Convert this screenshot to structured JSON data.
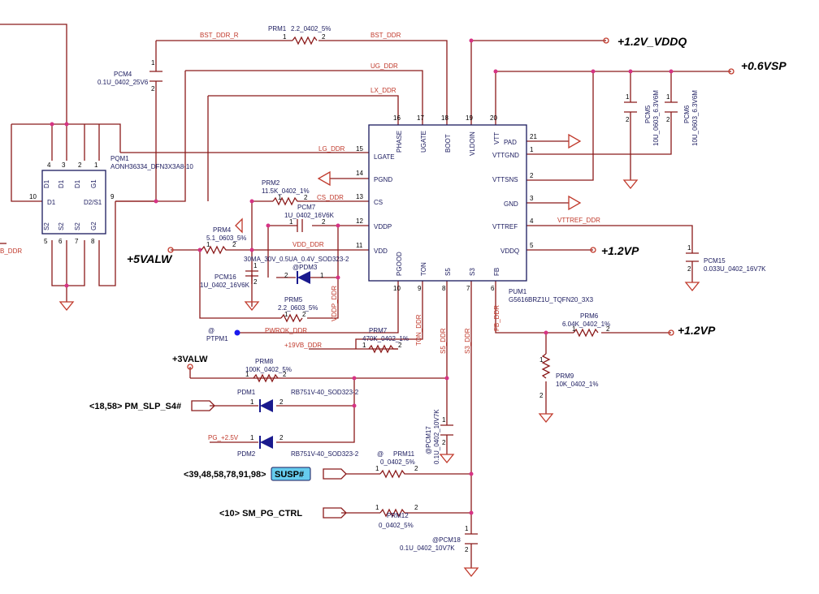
{
  "power": {
    "vddq": "+1.2V_VDDQ",
    "vsp": "+0.6VSP",
    "vp1": "+1.2VP",
    "vp2": "+1.2VP",
    "valw5": "+5VALW",
    "valw3": "+3VALW"
  },
  "ports": {
    "slp": "<18,58> PM_SLP_S4#",
    "susp_refs": "<39,48,58,78,91,98>",
    "susp": "SUSP#",
    "pgctrl": "<10> SM_PG_CTRL"
  },
  "nets": {
    "bst_ddr_r": "BST_DDR_R",
    "bst_ddr": "BST_DDR",
    "ug_ddr": "UG_DDR",
    "lx_ddr": "LX_DDR",
    "lg_ddr": "LG_DDR",
    "cs_ddr": "CS_DDR",
    "vdd_ddr": "VDD_DDR",
    "vddp_ddr": "VDDP_DDR",
    "pwrok_ddr": "PWROK_DDR",
    "v19b_ddr": "+19VB_DDR",
    "ton_ddr": "TON_DDR",
    "s5_ddr": "S5_DDR",
    "s3_ddr": "S3_DDR",
    "fb_ddr": "FB_DDR",
    "vttref_ddr": "VTTREF_DDR",
    "b_ddr": "B_DDR",
    "pg25": "PG_+2.5V"
  },
  "pum1": {
    "ref": "PUM1",
    "part": "G5616BRZ1U_TQFN20_3X3",
    "pins_top": [
      {
        "name": "PHASE",
        "num": "16"
      },
      {
        "name": "UGATE",
        "num": "17"
      },
      {
        "name": "BOOT",
        "num": "18"
      },
      {
        "name": "VLDOIN",
        "num": "19"
      },
      {
        "name": "VTT",
        "num": "20"
      }
    ],
    "pins_left": [
      {
        "name": "LGATE",
        "num": "15"
      },
      {
        "name": "PGND",
        "num": "14"
      },
      {
        "name": "CS",
        "num": "13"
      },
      {
        "name": "VDDP",
        "num": "12"
      },
      {
        "name": "VDD",
        "num": "11"
      }
    ],
    "pins_right": [
      {
        "name": "PAD",
        "num": "21"
      },
      {
        "name": "VTTGND",
        "num": "1"
      },
      {
        "name": "VTTSNS",
        "num": "2"
      },
      {
        "name": "GND",
        "num": "3"
      },
      {
        "name": "VTTREF",
        "num": "4"
      },
      {
        "name": "VDDQ",
        "num": "5"
      }
    ],
    "pins_bottom": [
      {
        "name": "PGOOD",
        "num": "10"
      },
      {
        "name": "TON",
        "num": "9"
      },
      {
        "name": "S5",
        "num": "8"
      },
      {
        "name": "S3",
        "num": "7"
      },
      {
        "name": "FB",
        "num": "6"
      }
    ]
  },
  "pqm1": {
    "ref": "PQM1",
    "part": "AONH36334_DFN3X3A8-10",
    "top_pins": [
      {
        "name": "D1",
        "num": "4"
      },
      {
        "name": "D1",
        "num": "3"
      },
      {
        "name": "D1",
        "num": "2"
      },
      {
        "name": "G1",
        "num": "1"
      }
    ],
    "bottom_pins": [
      {
        "name": "S2",
        "num": "5"
      },
      {
        "name": "S2",
        "num": "6"
      },
      {
        "name": "S2",
        "num": "7"
      },
      {
        "name": "G2",
        "num": "8"
      }
    ],
    "left_pin": {
      "name": "D1",
      "num": "10"
    },
    "right_pin": {
      "name": "D2/S1",
      "num": "9"
    }
  },
  "components": {
    "prm1": {
      "ref": "PRM1",
      "value": "2.2_0402_5%"
    },
    "pcm4": {
      "ref": "PCM4",
      "value": "0.1U_0402_25V6"
    },
    "prm2": {
      "ref": "PRM2",
      "value": "11.5K_0402_1%"
    },
    "pcm7": {
      "ref": "PCM7",
      "value": "1U_0402_16V6K"
    },
    "prm4": {
      "ref": "PRM4",
      "value": "5.1_0603_5%"
    },
    "pdm3": {
      "ref": "@PDM3",
      "value": "30MA_30V_0.5UA_0.4V_SOD323-2"
    },
    "pcm16": {
      "ref": "PCM16",
      "value": "1U_0402_16V6K"
    },
    "prm5": {
      "ref": "PRM5",
      "value": "2.2_0603_5%"
    },
    "prm7": {
      "ref": "PRM7",
      "value": "470K_0402_1%"
    },
    "ptpm1": {
      "ref": "PTPM1",
      "prefix": "@"
    },
    "pcm5": {
      "ref": "PCM5",
      "value": "10U_0603_6.3V6M"
    },
    "pcm6": {
      "ref": "PCM6",
      "value": "10U_0603_6.3V6M"
    },
    "pcm15": {
      "ref": "PCM15",
      "value": "0.033U_0402_16V7K"
    },
    "prm6": {
      "ref": "PRM6",
      "value": "6.04K_0402_1%"
    },
    "prm9": {
      "ref": "PRM9",
      "value": "10K_0402_1%"
    },
    "prm8": {
      "ref": "PRM8",
      "value": "100K_0402_5%"
    },
    "pdm1": {
      "ref": "PDM1",
      "value": "RB751V-40_SOD323-2"
    },
    "pdm2": {
      "ref": "PDM2",
      "value": "RB751V-40_SOD323-2"
    },
    "pcm17": {
      "ref": "@PCM17",
      "value": "0.1U_0402_10V7K"
    },
    "prm11": {
      "ref": "PRM11",
      "prefix": "@",
      "value": "0_0402_5%"
    },
    "prm12": {
      "ref": "PRM12",
      "value": "0_0402_5%"
    },
    "pcm18": {
      "ref": "@PCM18",
      "value": "0.1U_0402_10V7K"
    }
  },
  "pin_numbers": {
    "one": "1",
    "two": "2"
  },
  "colors": {
    "wire": "#8b1a1a",
    "ic_outline": "#1a1a5e",
    "net_label": "#c0392b",
    "junction": "#d63384",
    "susp_bg": "#66ccee"
  }
}
